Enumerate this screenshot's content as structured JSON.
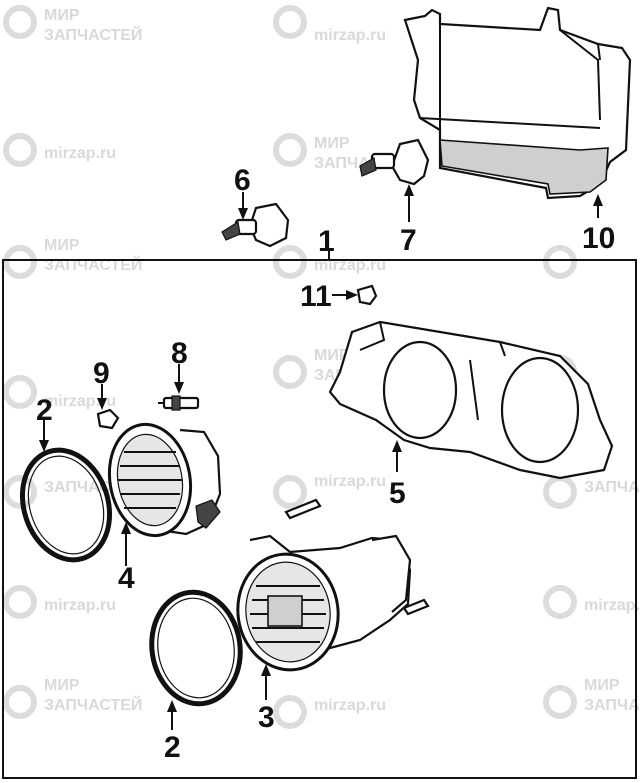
{
  "watermark": {
    "line1": "МИР",
    "line2": "ЗАПЧАСТЕЙ",
    "url": "mirzap.ru",
    "color": "#d9d9d9"
  },
  "callouts": {
    "c1": "1",
    "c2a": "2",
    "c2b": "2",
    "c3": "3",
    "c4": "4",
    "c5": "5",
    "c6": "6",
    "c7": "7",
    "c8": "8",
    "c9": "9",
    "c10": "10",
    "c11": "11"
  }
}
